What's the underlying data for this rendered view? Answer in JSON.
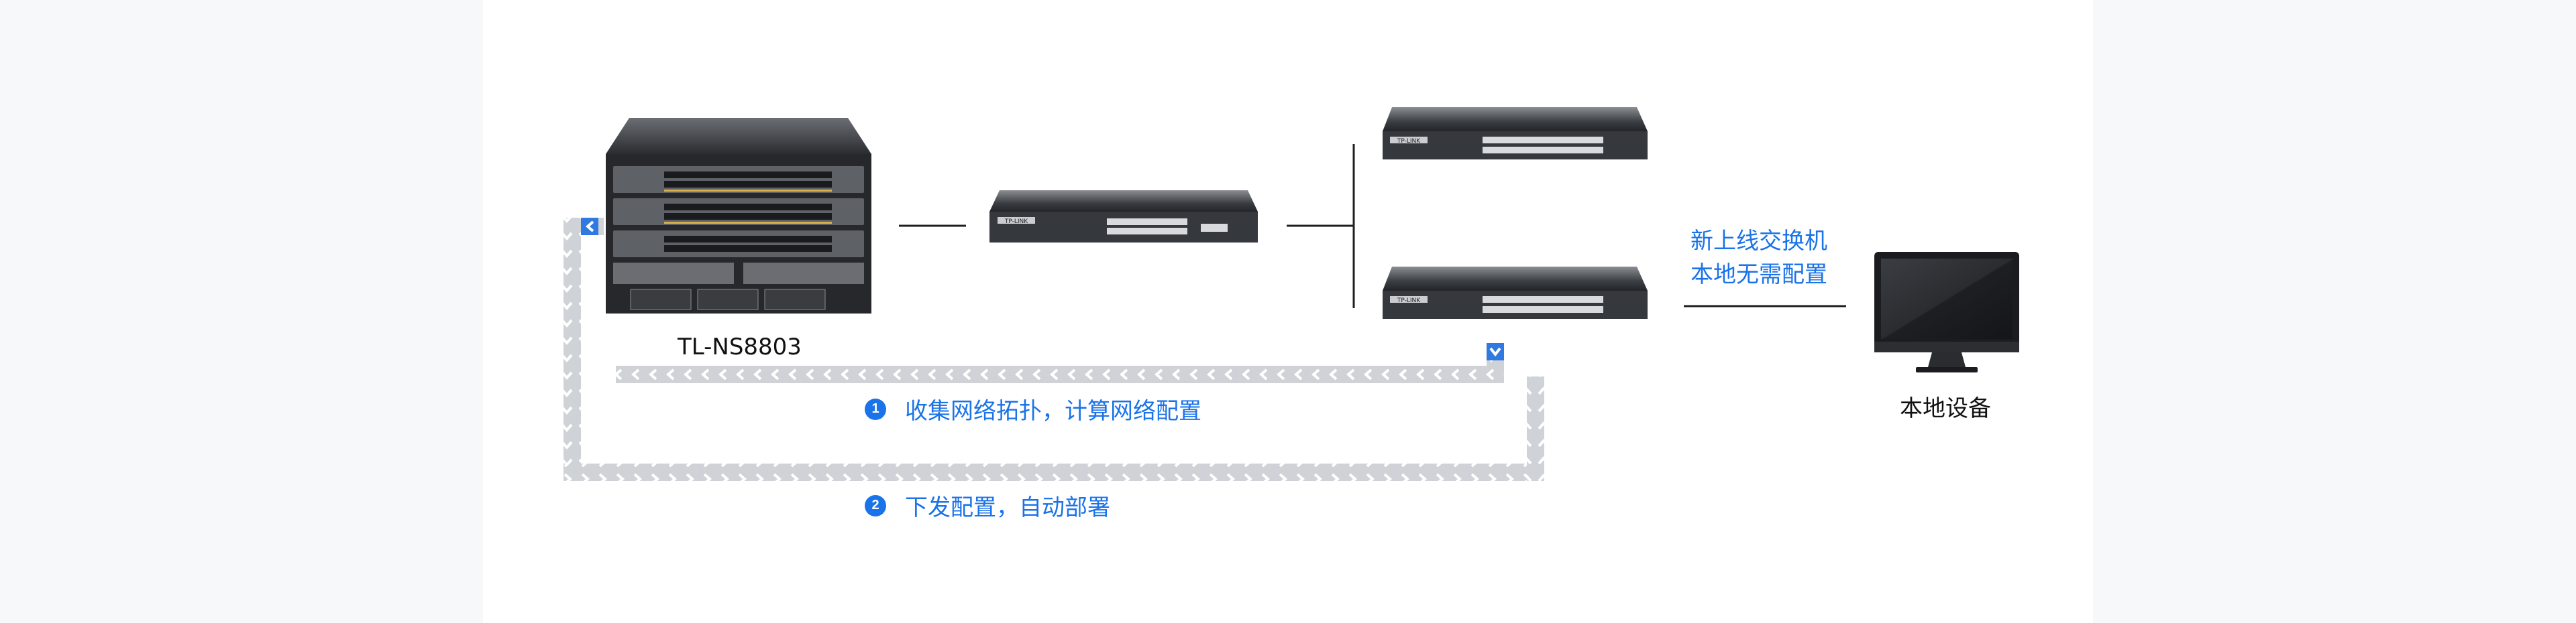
{
  "devices": {
    "core_switch": "TL-NS8803",
    "end_device": "本地设备"
  },
  "new_switch_note": {
    "line1": "新上线交换机",
    "line2": "本地无需配置"
  },
  "steps": [
    {
      "num": "1",
      "text": "收集网络拓扑，计算网络配置"
    },
    {
      "num": "2",
      "text": "下发配置，自动部署"
    }
  ],
  "brand_mark": "TP-LINK",
  "colors": {
    "accent": "#1a73e8",
    "flow_band": "#cfd2d6",
    "device_dark": "#2b2e33",
    "line": "#1f1f1f"
  }
}
